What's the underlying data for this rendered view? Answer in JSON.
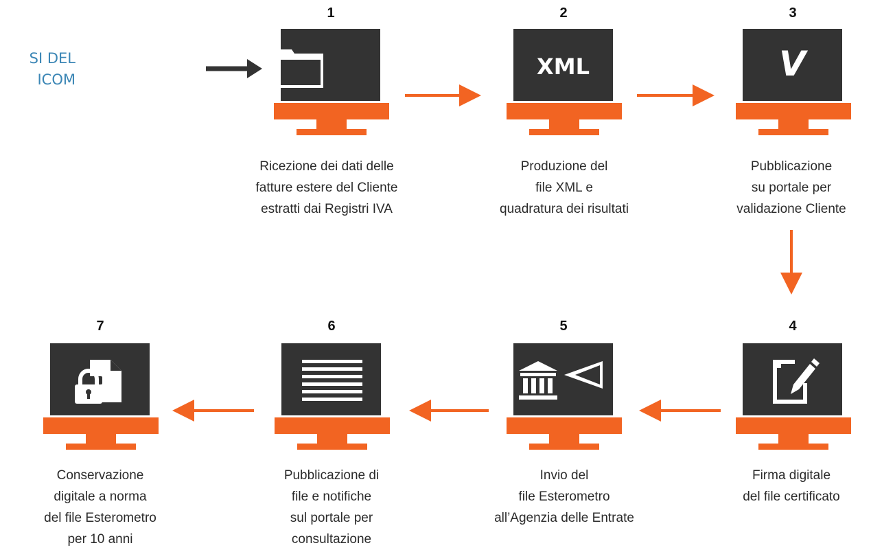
{
  "corner_title": [
    "SI DEL",
    "ICOM"
  ],
  "colors": {
    "accent": "#f26422",
    "screen": "#333333",
    "title": "#3b86b5"
  },
  "steps": [
    {
      "num": "1",
      "icon": "folder-input-icon",
      "lines": [
        "Ricezione dei dati delle",
        "fatture estere del Cliente",
        "estratti dai Registri IVA"
      ]
    },
    {
      "num": "2",
      "icon": "xml-icon",
      "screen_text": "XML",
      "lines": [
        "Produzione del",
        "file XML e",
        "quadratura dei risultati"
      ]
    },
    {
      "num": "3",
      "icon": "checkmark-icon",
      "screen_text": "V",
      "lines": [
        "Pubblicazione",
        "su portale per",
        "validazione Cliente"
      ]
    },
    {
      "num": "4",
      "icon": "signature-pen-icon",
      "lines": [
        "Firma digitale",
        "del file certificato"
      ]
    },
    {
      "num": "5",
      "icon": "bank-send-icon",
      "lines": [
        "Invio del",
        "file Esterometro",
        "all’Agenzia delle Entrate"
      ]
    },
    {
      "num": "6",
      "icon": "document-lines-icon",
      "lines": [
        "Pubblicazione di",
        "file e notifiche",
        "sul portale per",
        "consultazione"
      ]
    },
    {
      "num": "7",
      "icon": "locked-file-icon",
      "lines": [
        "Conservazione",
        "digitale a norma",
        "del file Esterometro",
        "per 10 anni"
      ]
    }
  ]
}
